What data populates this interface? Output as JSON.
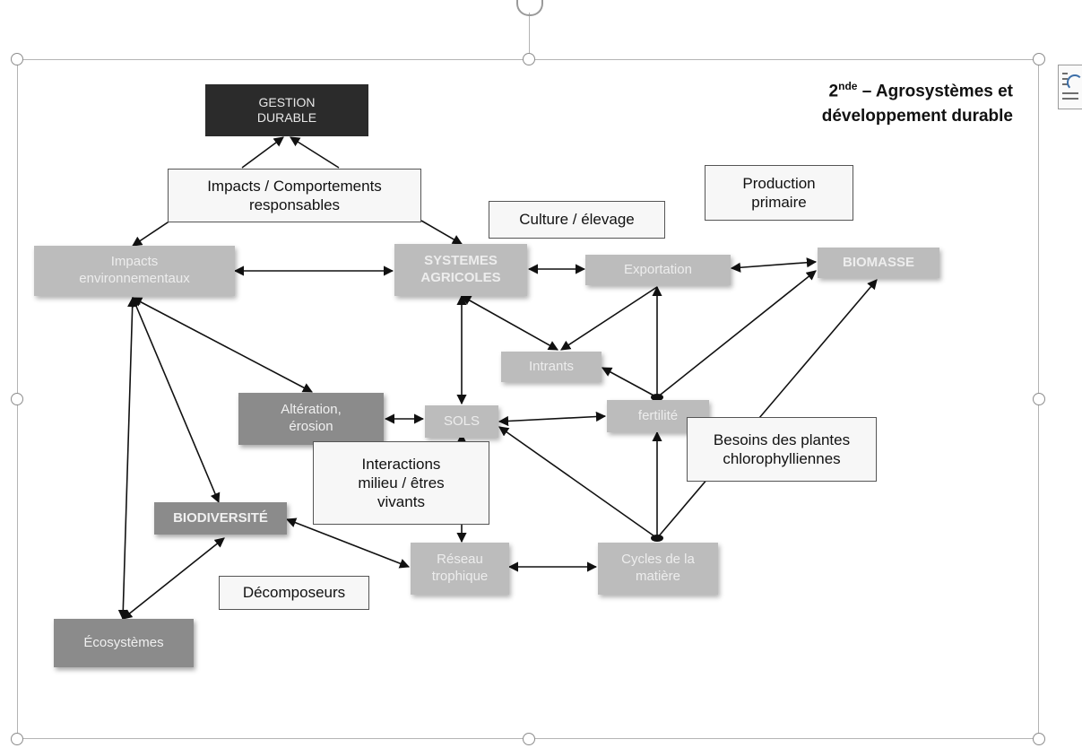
{
  "title": {
    "superscript_prefix": "2",
    "superscript": "nde",
    "line1": " – Agrosystèmes et",
    "line2": "développement durable"
  },
  "nodes": {
    "gestion_durable": "GESTION\nDURABLE",
    "impacts_comportements": "Impacts / Comportements\nresponsables",
    "culture_elevage": "Culture / élevage",
    "production_primaire": "Production\nprimaire",
    "impacts_env": "Impacts\nenvironnementaux",
    "systemes_agricoles": "SYSTEMES\nAGRICOLES",
    "exportation": "Exportation",
    "biomasse": "BIOMASSE",
    "intrants": "Intrants",
    "alteration": "Altération,\nérosion",
    "sols": "SOLS",
    "fertilite": "fertilité",
    "besoins": "Besoins des plantes\nchlorophylliennes",
    "interactions": "Interactions\nmilieu / êtres\nvivants",
    "biodiversite": "BIODIVERSITÉ",
    "reseau": "Réseau\ntrophique",
    "cycles": "Cycles de la\nmatière",
    "decomposeurs": "Décomposeurs",
    "ecosystemes": "Écosystèmes"
  },
  "colors": {
    "dark_box": "#2b2b2b",
    "grey_box": "#bcbcbc",
    "mid_box": "#8b8b8b",
    "arrow": "#111111",
    "frame": "#b4b4b4"
  },
  "icons": {
    "rotation": "rotate-handle-icon",
    "layout": "layout-options-icon"
  }
}
